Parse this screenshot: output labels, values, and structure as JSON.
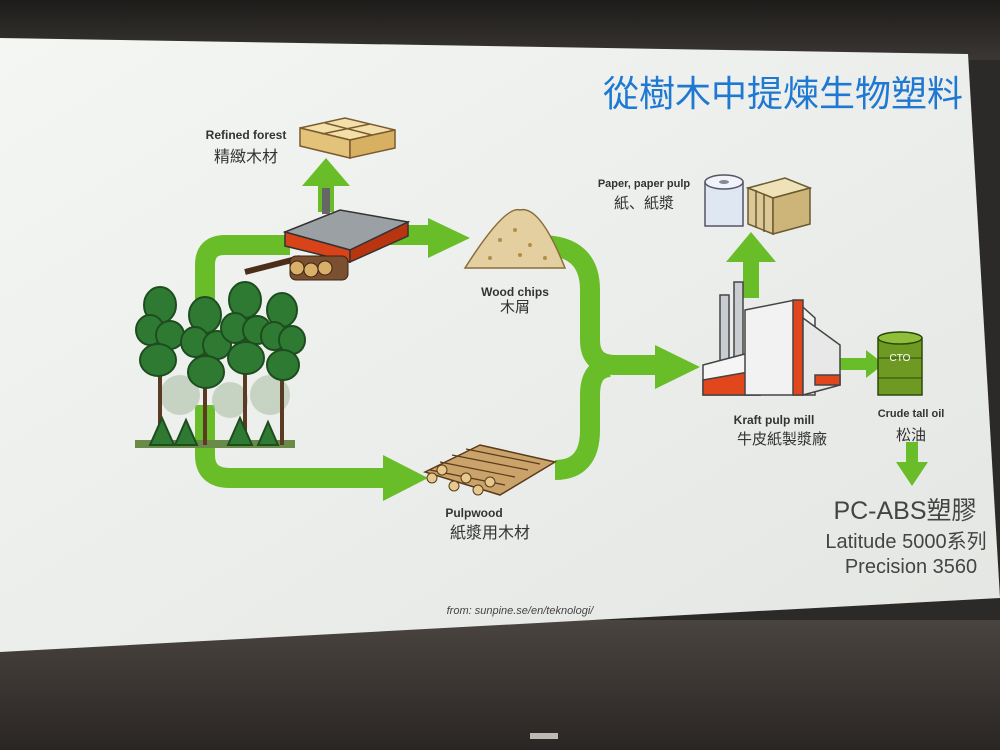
{
  "title": "從樹木中提煉生物塑料",
  "nodes": {
    "refined_forest": {
      "en": "Refined forest",
      "zh": "精緻木材"
    },
    "wood_chips": {
      "en": "Wood chips",
      "zh": "木屑"
    },
    "paper_pulp": {
      "en": "Paper, paper pulp",
      "zh": "紙、紙漿"
    },
    "kraft_mill": {
      "en": "Kraft pulp mill",
      "zh": "牛皮紙製漿廠"
    },
    "crude_tall_oil": {
      "en": "Crude tall oil",
      "zh": "松油",
      "drum_label": "CTO"
    },
    "pulpwood": {
      "en": "Pulpwood",
      "zh": "紙漿用木材"
    }
  },
  "product": {
    "line1": "PC-ABS塑膠",
    "line2": "Latitude 5000系列",
    "line3": "Precision 3560"
  },
  "source": "from: sunpine.se/en/teknologi/",
  "colors": {
    "arrow": "#69bd28",
    "title": "#1f78d1",
    "accent": "#e2461c"
  }
}
